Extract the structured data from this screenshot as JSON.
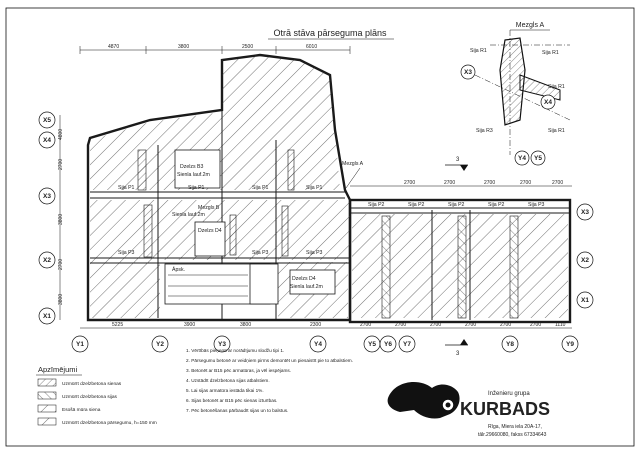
{
  "title": "Otrā stāva pārseguma plāns",
  "detail": {
    "title": "Mezgls A",
    "axis_letters": [
      "X3",
      "X4",
      "Y4",
      "Y5"
    ],
    "beam_labels": [
      "Sija R1",
      "Sija R1",
      "Sija R1",
      "Sija R1",
      "Sija R3"
    ]
  },
  "node_label": "Mezgls A",
  "section_mark": "3",
  "dimensions": {
    "top": [
      "4870",
      "3800",
      "2500",
      "6010"
    ],
    "bottom": [
      "5225",
      "3900",
      "3800",
      "2300",
      "2700",
      "2700",
      "2700",
      "2700",
      "2700",
      "2700",
      "1110"
    ],
    "right_row": [
      "2700",
      "2700",
      "2700",
      "2700",
      "2700"
    ],
    "left": [
      "4800",
      "2700",
      "3800",
      "2700",
      "3800"
    ]
  },
  "axes_left": [
    "X5",
    "X4",
    "X3",
    "X2",
    "X1"
  ],
  "axes_right": [
    "X3",
    "X2",
    "X1"
  ],
  "axes_bottom": [
    "Y1",
    "Y2",
    "Y3",
    "Y4",
    "Y5",
    "Y6",
    "Y7",
    "Y8",
    "Y9"
  ],
  "plan_labels": {
    "slab1": "Dzelzs B3",
    "slab1b": "Sienla lauf.2m",
    "slab2": "Dzelzs D4",
    "slab2b": "Sienla lauf.2m",
    "slab3": "Dzelzs D4",
    "slab3b": "Sienla lauf.2m",
    "node_b": "Mezgls B",
    "opening": "Āpsk.",
    "beams": [
      "Sija P1",
      "Sija P1",
      "Sija P1",
      "Sija P1",
      "Sija P2",
      "Sija P2",
      "Sija P2",
      "Sija P2",
      "Sija P3",
      "Sija P3",
      "Sija P3",
      "Sija P3"
    ]
  },
  "legend": {
    "title": "Apzīmējumi",
    "items": [
      "Uzmūrīt dzelzbetona sienas",
      "Uzmūrīt dzelzbetona sijas",
      "Esošā mūra siena",
      "Uzmūrīt dzelzbetona pārsegumu, h=150 mm"
    ]
  },
  "notes": [
    "1. Vērtībās pieņemt ar norādījumu slodžu tipi 1.",
    "2. Pārsegumu betonē ar veidņiem pirms demontēt un piesaistīt pie to atbalstiem.",
    "3. Betonēt ar B15 pēc armatūras, ja vēl iespējams.",
    "4. Uzstādīt dzelzbetona sijas atbalstiem.",
    "5. Lai sijas armatūra iestāda tikai 1%.",
    "6. Sijas betonēt ar B15 pēc sienas izturības.",
    "7. Pēc betonēšanas pārbaudīt sijas un to balstus."
  ],
  "company": {
    "name_small": "Inženieru grupa",
    "name_big": "KURBADS",
    "address": "Rīga, Miera iela 20A-17,",
    "phone": "tālr.29660080, fakss 67334643"
  },
  "colors": {
    "line": "#1a1a1a",
    "hatch": "#333333",
    "paper": "#ffffff"
  }
}
